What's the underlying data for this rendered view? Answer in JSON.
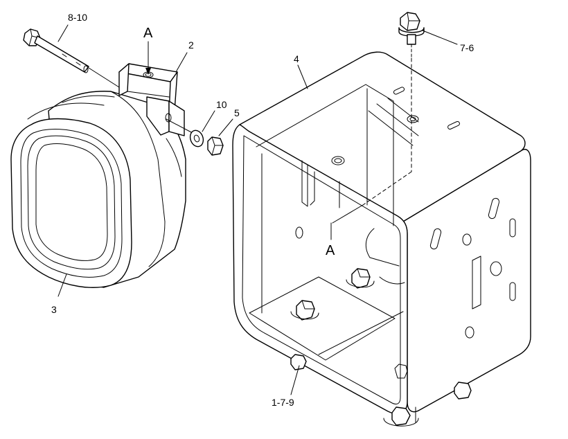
{
  "callouts": {
    "bolt_long": "8-10",
    "bracket": "2",
    "washer": "10",
    "nut": "5",
    "lamp": "3",
    "housing": "4",
    "top_bolt": "7-6",
    "bottom_bolts": "1-7-9"
  },
  "markers": {
    "upper": "A",
    "lower": "A"
  }
}
